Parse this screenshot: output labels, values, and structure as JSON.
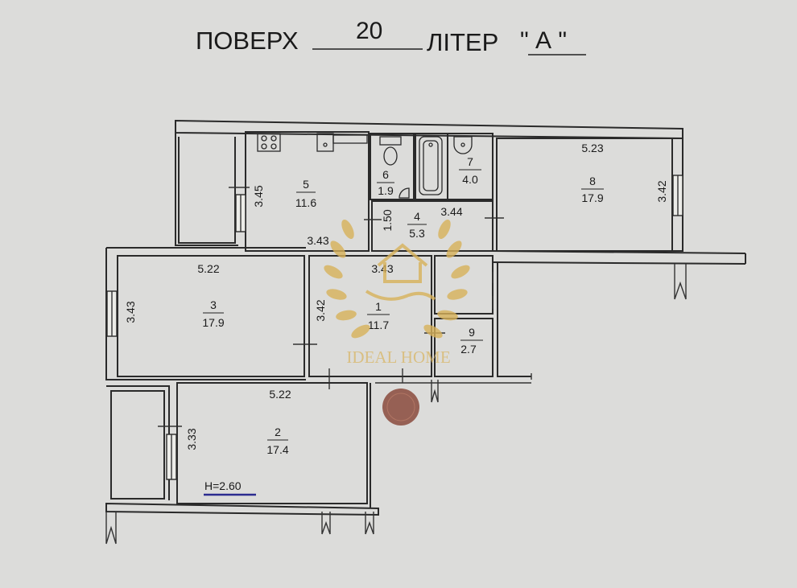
{
  "header": {
    "floor_label": "ПОВЕРХ",
    "floor_value": "20",
    "letter_label": "ЛІТЕР",
    "letter_value": "\" А \""
  },
  "rooms": [
    {
      "id": "room-1",
      "number": "1",
      "area": "11.7"
    },
    {
      "id": "room-2",
      "number": "2",
      "area": "17.4"
    },
    {
      "id": "room-3",
      "number": "3",
      "area": "17.9"
    },
    {
      "id": "room-4",
      "number": "4",
      "area": "5.3"
    },
    {
      "id": "room-5",
      "number": "5",
      "area": "11.6"
    },
    {
      "id": "room-6",
      "number": "6",
      "area": "1.9"
    },
    {
      "id": "room-7",
      "number": "7",
      "area": "4.0"
    },
    {
      "id": "room-8",
      "number": "8",
      "area": "17.9"
    },
    {
      "id": "room-9",
      "number": "9",
      "area": "2.7"
    }
  ],
  "dimensions": {
    "d_room5_side": "3.45",
    "d_room5_bottom": "3.43",
    "d_corridor_side": "1.50",
    "d_corridor_top": "3.44",
    "d_room8_top": "5.23",
    "d_room8_side": "3.42",
    "d_room3_top": "5.22",
    "d_room3_side": "3.43",
    "d_room1_top": "3.43",
    "d_room1_side": "3.42",
    "d_room2_top": "5.22",
    "d_room2_side": "3.33"
  },
  "ceiling_height": "H=2.60",
  "watermark": {
    "text": "IDEAL HOME",
    "color": "#d8b25a"
  },
  "colors": {
    "background": "#dcdcda",
    "ink": "#1c1c1c",
    "underline": "#2b2b8f",
    "marker": "#8a4a3c"
  }
}
